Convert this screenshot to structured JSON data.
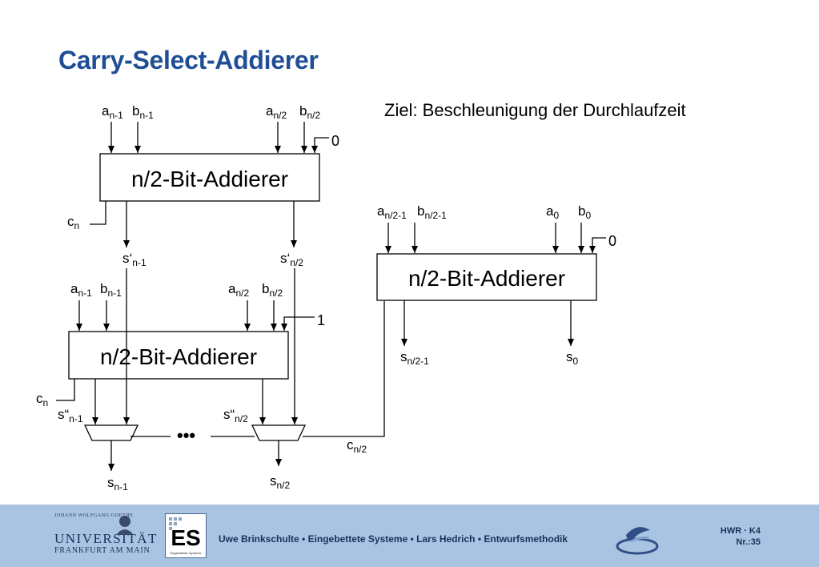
{
  "slide": {
    "title": "Carry-Select-Addierer",
    "goal": "Ziel: Beschleunigung der Durchlaufzeit"
  },
  "diagram": {
    "adder_label": "n/2-Bit-Addierer",
    "top_adder": {
      "in1": {
        "base": "a",
        "sub": "n-1"
      },
      "in2": {
        "base": "b",
        "sub": "n-1"
      },
      "in3": {
        "base": "a",
        "sub": "n/2"
      },
      "in4": {
        "base": "b",
        "sub": "n/2"
      },
      "carry_in": "0",
      "carry_out": {
        "base": "c",
        "sub": "n"
      },
      "out1": {
        "base": "s‘",
        "sub": "n-1"
      },
      "out2": {
        "base": "s‘",
        "sub": "n/2"
      }
    },
    "mid_adder": {
      "in1": {
        "base": "a",
        "sub": "n-1"
      },
      "in2": {
        "base": "b",
        "sub": "n-1"
      },
      "in3": {
        "base": "a",
        "sub": "n/2"
      },
      "in4": {
        "base": "b",
        "sub": "n/2"
      },
      "carry_in": "1",
      "carry_out": {
        "base": "c",
        "sub": "n"
      },
      "out1": {
        "base": "s“",
        "sub": "n-1"
      },
      "out2": {
        "base": "s“",
        "sub": "n/2"
      }
    },
    "low_adder": {
      "in1": {
        "base": "a",
        "sub": "n/2-1"
      },
      "in2": {
        "base": "b",
        "sub": "n/2-1"
      },
      "in3": {
        "base": "a",
        "sub": "0"
      },
      "in4": {
        "base": "b",
        "sub": "0"
      },
      "carry_in": "0",
      "out1": {
        "base": "s",
        "sub": "n/2-1"
      },
      "out2": {
        "base": "s",
        "sub": "0"
      }
    },
    "mux_outputs": {
      "left": {
        "base": "s",
        "sub": "n-1"
      },
      "right": {
        "base": "s",
        "sub": "n/2"
      }
    },
    "select_carry": {
      "base": "c",
      "sub": "n/2"
    },
    "ellipsis": "•••"
  },
  "footer": {
    "uni_small": "JOHANN WOLFGANG GOETHE",
    "uni_name": "UNIVERSITÄT",
    "uni_city": "FRANKFURT AM MAIN",
    "es_logo_text": "ES",
    "es_caption": "Eingebettete Systeme",
    "authors": "Uwe Brinkschulte • Eingebettete Systeme • Lars Hedrich • Entwurfsmethodik",
    "course_code": "HWR · K4",
    "slide_number": "Nr.:35"
  },
  "colors": {
    "title": "#1f4e96",
    "footer_bg": "#a9c4e2",
    "footer_text": "#1a2f5c"
  }
}
